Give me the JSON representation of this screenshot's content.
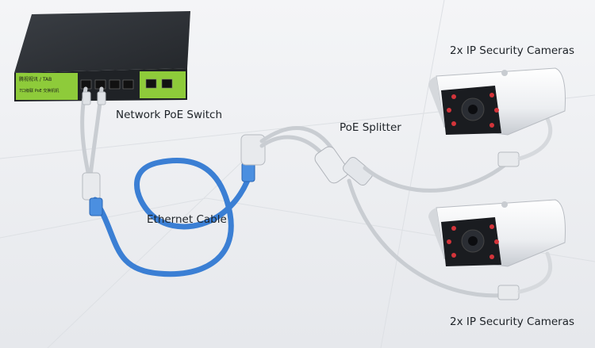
{
  "labels": {
    "switch": "Network PoE Switch",
    "splitter": "PoE Splitter",
    "cable": "Ethernet Cable",
    "camera_top": "2x IP Security Cameras",
    "camera_bottom": "2x IP Security Cameras"
  },
  "switch_panel": {
    "brand": "腾视视讯 / TAB",
    "model": "7口级联 PoE 交换机机"
  },
  "colors": {
    "background": "#eef0f3",
    "switch_body": "#2b2e33",
    "switch_panel": "#8ecb3a",
    "ethernet_cable": "#3b7fd4",
    "gray_cable": "#c9cdd2",
    "camera_body": "#f4f5f7",
    "camera_face": "#1a1c20",
    "ir_led": "#d3343a"
  }
}
